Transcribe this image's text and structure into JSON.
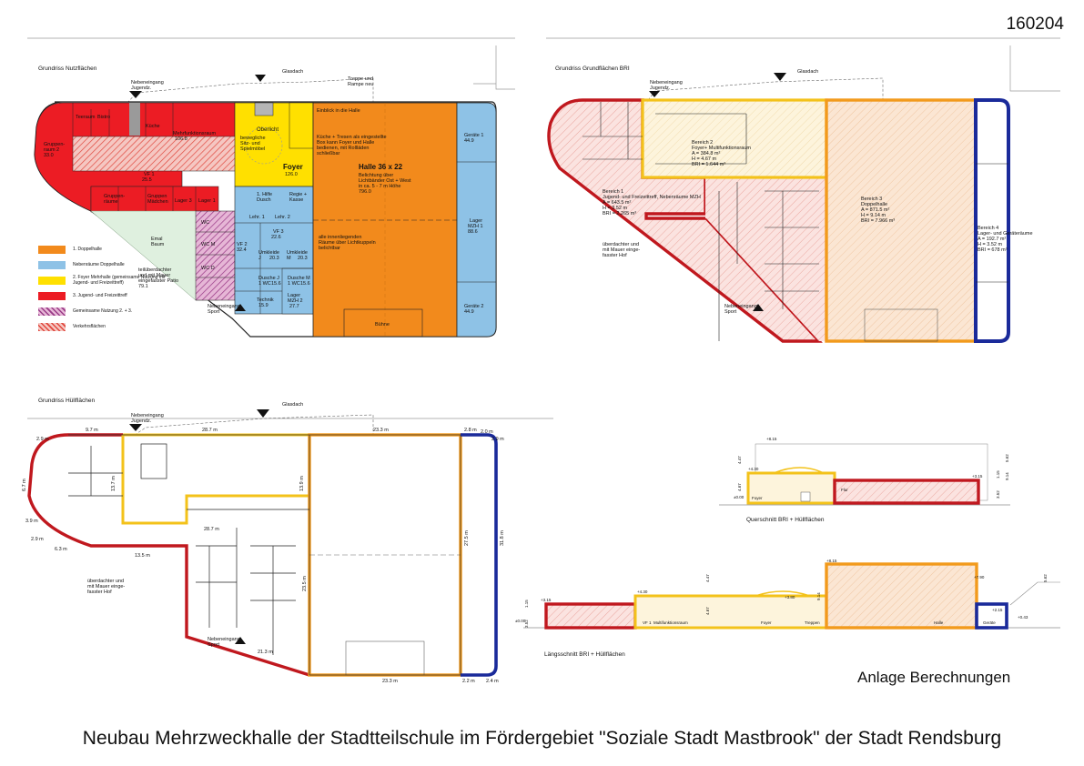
{
  "sheet_number": "160204",
  "footer_title": "Neubau Mehrzweckhalle der Stadtteilschule im Fördergebiet \"Soziale Stadt Mastbrook\" der Stadt Rendsburg",
  "annex_label": "Anlage Berechnungen",
  "colors": {
    "doppelhalle": "#f28a1c",
    "nebenraeume": "#8ec2e6",
    "foyer": "#ffe000",
    "jugendtreff": "#ec1c24",
    "bri_red": "#c0181e",
    "bri_orange": "#f29a1c",
    "bri_yellow": "#f3c21a",
    "bri_blue": "#1a2a9a"
  },
  "plans": {
    "nutzflaechen": {
      "title": "Grundriss Nutzflächen",
      "labels": {
        "nebeneingang_jug": "Nebeneingang",
        "nebeneingang_jug2": "Jugendz.",
        "glasdach": "Glasdach",
        "treppe": "Treppe und",
        "rampe": "Rampe neu",
        "einblick": "Einblick in die Halle",
        "kueche1": "Küche + Tresen als eingestellte",
        "kueche2": "Box kann Foyer und Halle",
        "kueche3": "bedienen, mit Rollläden",
        "kueche4": "schließbar",
        "halle_title": "Halle 36 x 22",
        "halle_l1": "Belichtung über",
        "halle_l2": "Lichtbänder Ost + West",
        "halle_l3": "in ca. 5 - 7 m Höhe",
        "halle_area": "796.0",
        "innen1": "alle innenliegenden",
        "innen2": "Räume über Lichtkuppeln",
        "innen3": "belichtbar",
        "buehne": "Bühne",
        "foyer": "Foyer",
        "foyer_area": "126.0",
        "oberlicht": "Oberlicht",
        "moebel1": "bewegliche",
        "moebel2": "Sitz- und",
        "moebel3": "Spielmöbel",
        "geraete1": "Geräte 1",
        "geraete1_area": "44.9",
        "lager": "Lager",
        "lager_mzh": "MZH 1",
        "lager_area": "88.6",
        "geraete2": "Geräte 2",
        "geraete2_area": "44.9",
        "gruppenraum": "Gruppen-",
        "gruppenraum2": "raum 2",
        "gruppenraum_area": "33.0",
        "mehrfunktion": "Mehrfunktionsraum",
        "mehrfunktion_area": "106.8",
        "kueche_room": "Küche",
        "vf1": "VF 1",
        "vf1_area": "25.5",
        "teeraum": "Teeraum",
        "bistro": "Bistro",
        "lager3": "Lager 3",
        "lager1": "Lager 1",
        "gruppe1": "Gruppen-",
        "gruppe1b": "räume",
        "gruppe2": "Gruppen",
        "gruppe2b": "Mädchen",
        "wc": "WC",
        "wc_m": "WC M",
        "wc_d": "WC D",
        "vf2": "VF 2",
        "vf2_area": "32.4",
        "vf3": "VF 3",
        "vf3_area": "22.6",
        "lehr1": "Lehr. 1",
        "lehr2": "Lehr. 2",
        "hilfe": "1. Hilfe",
        "hilfe2": "Dusch",
        "regie": "Regie +",
        "regie2": "Kasse",
        "umkleide_j": "Umkleide",
        "umkleide_j2": "J",
        "umkleide_j_area": "20.3",
        "umkleide_m": "Umkleide",
        "umkleide_m2": "M",
        "umkleide_m_area": "20.3",
        "dusche_j": "Dusche J",
        "dusche_j2": "1 WC",
        "dusche_j_area": "15.6",
        "dusche_m": "Dusche M",
        "dusche_m2": "1 WC",
        "dusche_m_area": "15.6",
        "technik": "Technik",
        "technik_area": "15.9",
        "lager_mzh2a": "Lager",
        "lager_mzh2b": "MZH 2",
        "lager_mzh2_area": "27.7",
        "baum1": "Emal",
        "baum2": "Baum",
        "patio1": "teilüberdachter",
        "patio2": "und mit Mauer",
        "patio3": "eingefasster Patio",
        "patio_area": "79.1",
        "sport1": "Nebeneingang",
        "sport2": "Sport"
      },
      "legend": [
        {
          "label": "1. Doppelhalle",
          "color": "#f28a1c",
          "hatch": false
        },
        {
          "label": "Nebenräume Doppelhalle",
          "color": "#8ec2e6",
          "hatch": false
        },
        {
          "label": "2. Foyer Mehrhalle (gemeinsame Nutzung mit Jugend- und Freizeittreff)",
          "color": "#ffe000",
          "hatch": false
        },
        {
          "label": "3. Jugend- und Freizeittreff",
          "color": "#ec1c24",
          "hatch": false
        },
        {
          "label": "Gemeinsame Nutzung 2. + 3.",
          "color": "#b04a9a",
          "hatch": true
        },
        {
          "label": "Verkehrsflächen",
          "color": "#ec1c24",
          "hatch": true
        }
      ]
    },
    "bri": {
      "title": "Grundriss Grundflächen BRI",
      "labels": {
        "nebeneingang1": "Nebeneingang",
        "nebeneingang2": "Jugendz.",
        "glasdach": "Glasdach",
        "b1_title": "Bereich 1",
        "b1_sub": "Jugend- und Freizeittreff, Nebenräume MZH",
        "b1_a": "A = 643.5 m²",
        "b1_h": "H = 3.52 m",
        "b1_bri": "BRI = 2.265 m³",
        "b2_title": "Bereich 2",
        "b2_sub": "Foyer+ Multifunktionsraum",
        "b2_a": "A = 384.8 m²",
        "b2_h": "H = 4.67 m",
        "b2_bri": "BRI = 1.644 m³",
        "b3_title": "Bereich 3",
        "b3_sub": "Doppelhalle",
        "b3_a": "A = 871.5 m²",
        "b3_h": "H = 9.14 m",
        "b3_bri": "BRI = 7.966 m³",
        "b4_title": "Bereich 4",
        "b4_sub": "Lager- und Geräteräume",
        "b4_a": "A = 192.7 m²",
        "b4_h": "H = 3.52 m",
        "b4_bri": "BRI = 678 m³",
        "hof1": "überdachter und",
        "hof2": "mit Mauer einge-",
        "hof3": "fasster Hof",
        "sport1": "Nebeneingang",
        "sport2": "Sport"
      }
    },
    "huell": {
      "title": "Grundriss Hüllflächen",
      "labels": {
        "nebeneingang1": "Nebeneingang",
        "nebeneingang2": "Jugendz.",
        "glasdach": "Glasdach",
        "d1": "9.7 m",
        "d2": "28.7 m",
        "d3": "23.3 m",
        "d4": "2.8 m",
        "d5": "13.7 m",
        "d6": "13.9 m",
        "d7": "6.7 m",
        "d8": "28.7 m",
        "d9": "6.3 m",
        "d10": "13.5 m",
        "d11": "27.5 m",
        "d12": "31.8 m",
        "d13": "23.5 m",
        "d14": "21.3 m",
        "d15": "23.3 m",
        "d16": "2.2 m",
        "d17": "2.4 m",
        "d18": "2.9 m",
        "d19": "3.9 m",
        "d20": "2.9 m",
        "d21": "2.0 m",
        "d22": "2.9 m",
        "hof1": "überdachter und",
        "hof2": "mit Mauer einge-",
        "hof3": "fasster Hof",
        "sport1": "Nebeneingang",
        "sport2": "Sport"
      }
    },
    "querschnitt": {
      "title": "Querschnitt BRI + Hüllflächen",
      "labels": {
        "h1": "+8.15",
        "h2": "+4.30",
        "h3": "±0.00",
        "h4": "+3.15",
        "h5": "4.47",
        "h6": "4.67",
        "h7": "3.52",
        "h8": "1.15",
        "h9": "9.14",
        "h10": "5.62",
        "foyer": "Foyer",
        "flur": "Flur"
      }
    },
    "laengsschnitt": {
      "title": "Längsschnitt BRI + Hüllflächen",
      "labels": {
        "h1": "+8.15",
        "h2": "+4.30",
        "h3": "+3.15",
        "h4": "±0.00",
        "h5": "+7.90",
        "h6": "+3.80",
        "h7": "+2.15",
        "h8": "+0.43",
        "h9": "4.47",
        "h10": "4.67",
        "h11": "9.14",
        "h12": "5.62",
        "h13": "3.52",
        "h14": "1.15",
        "vf1": "VF 1",
        "mfr": "Multifunktionsraum",
        "foyer": "Foyer",
        "treppe": "Treppen",
        "halle": "Halle",
        "geraete": "Geräte"
      }
    }
  }
}
